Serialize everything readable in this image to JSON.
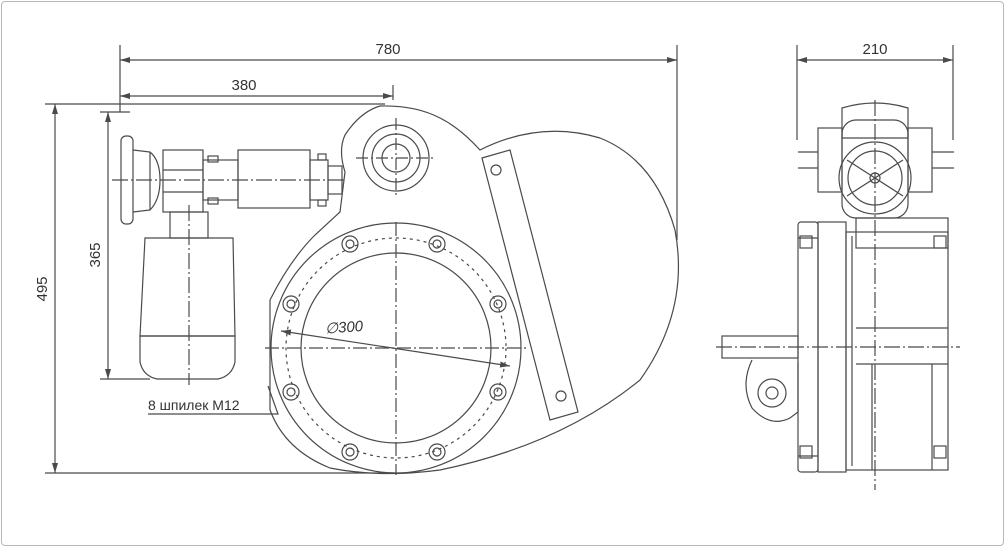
{
  "colors": {
    "line": "#4a4a4a",
    "background": "#ffffff",
    "frame": "#b8b8b8"
  },
  "dimensions": {
    "overall_width": "780",
    "pipe_offset": "380",
    "overall_height": "495",
    "drive_height": "365",
    "side_width": "210"
  },
  "labels": {
    "bore_diameter": "∅300",
    "studs_note": "8 шпилек М12"
  }
}
